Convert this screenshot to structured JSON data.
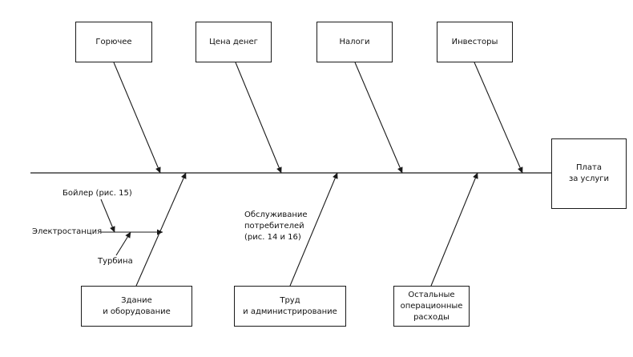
{
  "causes_top": [
    {
      "label": "Горючее"
    },
    {
      "label": "Цена денег"
    },
    {
      "label": "Налоги"
    },
    {
      "label": "Инвесторы"
    }
  ],
  "effect": {
    "label": "Плата\nза услуги"
  },
  "causes_bottom": [
    {
      "label": "Здание\nи оборудование"
    },
    {
      "label": "Труд\nи администрирование"
    },
    {
      "label": "Остальные\nоперационные\nрасходы"
    }
  ],
  "sub_causes": {
    "boiler": "Бойлер (рис. 15)",
    "power_station": "Электростанция",
    "turbine": "Турбина",
    "service": "Обслуживание\nпотребителей\n(рис. 14 и 16)"
  }
}
